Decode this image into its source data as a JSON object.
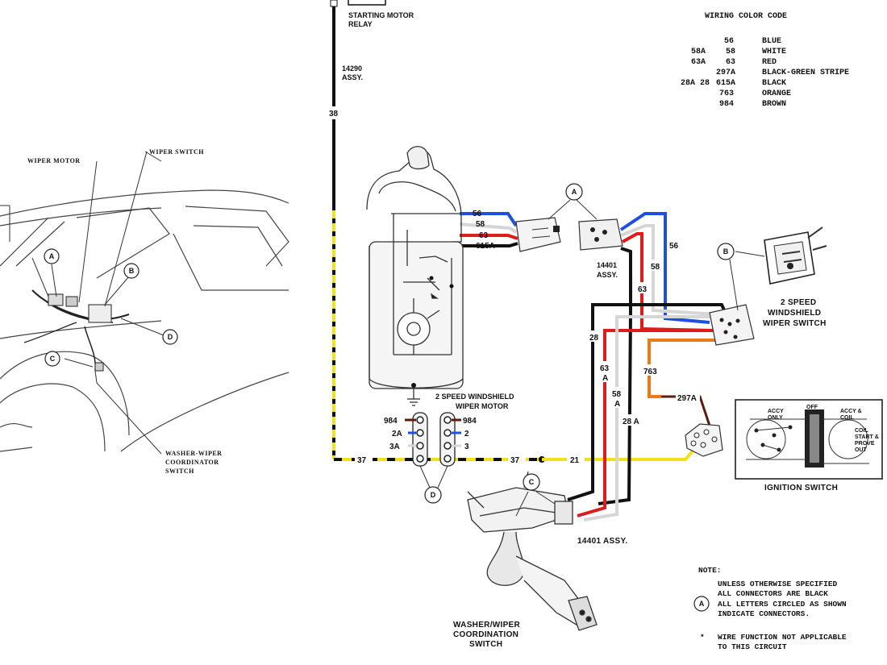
{
  "labels": {
    "starting_motor_relay_1": "STARTING MOTOR",
    "starting_motor_relay_2": "RELAY",
    "assy_14290_1": "14290",
    "assy_14290_2": "ASSY.",
    "wiper_motor": "WIPER MOTOR",
    "wiper_switch": "WIPER SWITCH",
    "washer_wiper_coord_1": "WASHER-WIPER",
    "washer_wiper_coord_2": "COORDINATOR",
    "washer_wiper_coord_3": "SWITCH",
    "two_speed_motor_1": "2 SPEED WINDSHIELD",
    "two_speed_motor_2": "WIPER MOTOR",
    "assy_14401_a_1": "14401",
    "assy_14401_a_2": "ASSY.",
    "two_speed_switch_1": "2 SPEED",
    "two_speed_switch_2": "WINDSHIELD",
    "two_speed_switch_3": "WIPER SWITCH",
    "ignition_switch": "IGNITION SWITCH",
    "assy_14401_b": "14401 ASSY.",
    "coord_switch_1": "WASHER/WIPER",
    "coord_switch_2": "COORDINATION",
    "coord_switch_3": "SWITCH",
    "ign_off": "OFF",
    "ign_accy_only_1": "ACCY",
    "ign_accy_only_2": "ONLY",
    "ign_accy_coil_1": "ACCY &",
    "ign_accy_coil_2": "COIL",
    "ign_coil_1": "COIL",
    "ign_coil_2": "START &",
    "ign_coil_3": "PROVE",
    "ign_coil_4": "OUT"
  },
  "circles": {
    "a": "A",
    "b": "B",
    "c": "C",
    "d": "D"
  },
  "wire_numbers": {
    "w38": "38",
    "w37_left": "37",
    "w37_right": "37",
    "w21": "21",
    "w56_top": "56",
    "w58_top": "58",
    "w63_top": "63",
    "w615a": "615A",
    "w56_right": "56",
    "w58_mid": "58",
    "w63_mid": "63",
    "w28": "28",
    "w63a_1": "63",
    "w63a_2": "A",
    "w58a_1": "58",
    "w58a_2": "A",
    "w28a": "28 A",
    "w763": "763",
    "w297a": "297A",
    "t984_l": "984",
    "t2a": "2A",
    "t3a": "3A",
    "t984_r": "984",
    "t2": "2",
    "t3": "3"
  },
  "color_code": {
    "title": "WIRING COLOR CODE",
    "rows": [
      {
        "alt": "",
        "nums": "56",
        "color": "BLUE"
      },
      {
        "alt": "58A",
        "nums": "58",
        "color": "WHITE"
      },
      {
        "alt": "63A",
        "nums": "63",
        "color": "RED"
      },
      {
        "alt": "",
        "nums": "297A",
        "color": "BLACK-GREEN STRIPE"
      },
      {
        "alt": "28A 28",
        "nums": "615A",
        "color": "BLACK"
      },
      {
        "alt": "",
        "nums": "763",
        "color": "ORANGE"
      },
      {
        "alt": "",
        "nums": "984",
        "color": "BROWN"
      }
    ]
  },
  "note": {
    "title": "NOTE:",
    "line1": "UNLESS OTHERWISE SPECIFIED",
    "line2": "ALL CONNECTORS ARE BLACK",
    "line3": "ALL LETTERS CIRCLED AS SHOWN",
    "line4": "INDICATE CONNECTORS.",
    "star": "*",
    "line5": "WIRE FUNCTION NOT APPLICABLE",
    "line6": "TO THIS CIRCUIT"
  },
  "colors": {
    "blue": "#1f4fe0",
    "red": "#e01b1b",
    "black": "#111111",
    "white_wire": "#d6d6d6",
    "orange": "#f07a12",
    "brown": "#5a1d0c",
    "yellow": "#f0e21a",
    "line": "#333333"
  }
}
